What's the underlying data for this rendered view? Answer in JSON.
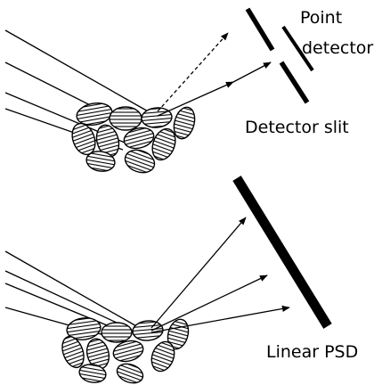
{
  "figure": {
    "top_panel": {
      "label_point": "Point",
      "label_detector": "detector",
      "label_slit": "Detector slit"
    },
    "bottom_panel": {
      "label_psd": "Linear PSD"
    }
  },
  "colors": {
    "ink": "#000000",
    "background": "#ffffff"
  }
}
